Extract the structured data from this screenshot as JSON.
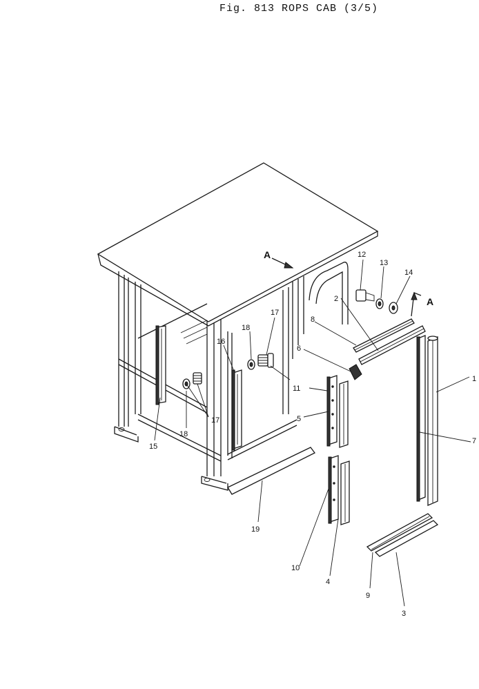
{
  "header": {
    "title": "Fig. 813   ROPS CAB (3/5)"
  },
  "view_marker": "A",
  "callouts": [
    {
      "id": "c1",
      "text": "1"
    },
    {
      "id": "c2",
      "text": "2"
    },
    {
      "id": "c3",
      "text": "3"
    },
    {
      "id": "c4",
      "text": "4"
    },
    {
      "id": "c5",
      "text": "5"
    },
    {
      "id": "c6",
      "text": "6"
    },
    {
      "id": "c7",
      "text": "7"
    },
    {
      "id": "c8",
      "text": "8"
    },
    {
      "id": "c9",
      "text": "9"
    },
    {
      "id": "c10",
      "text": "10"
    },
    {
      "id": "c11",
      "text": "11"
    },
    {
      "id": "c12",
      "text": "12"
    },
    {
      "id": "c13",
      "text": "13"
    },
    {
      "id": "c14",
      "text": "14"
    },
    {
      "id": "c15",
      "text": "15"
    },
    {
      "id": "c16",
      "text": "16"
    },
    {
      "id": "c17a",
      "text": "17"
    },
    {
      "id": "c17b",
      "text": "17"
    },
    {
      "id": "c18a",
      "text": "18"
    },
    {
      "id": "c18b",
      "text": "18"
    },
    {
      "id": "c19",
      "text": "19"
    }
  ]
}
